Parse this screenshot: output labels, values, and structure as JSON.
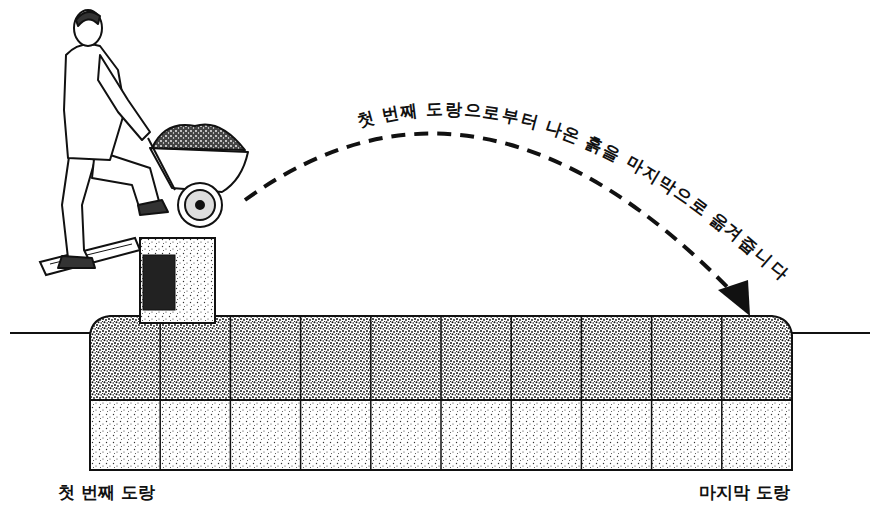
{
  "diagram": {
    "labels": [
      "첫 번째 도랑으로부터 나온 흙을 마지막으로 옮겨줍니다",
      "첫 번째 도랑",
      "마지막 도랑"
    ]
  }
}
